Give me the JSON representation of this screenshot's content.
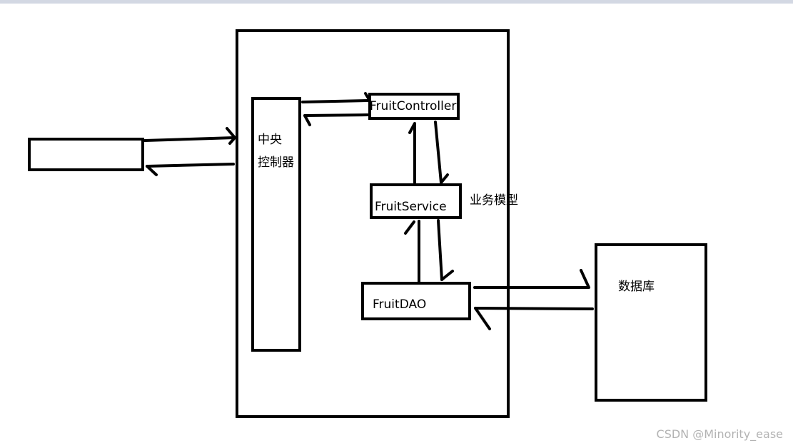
{
  "diagram": {
    "front_controller": {
      "line1": "中央",
      "line2": "控制器"
    },
    "controller": "FruitController",
    "service": "FruitService",
    "dao": "FruitDAO",
    "business_model": "业务模型",
    "database": "数据库"
  },
  "watermark": "CSDN @Minority_ease",
  "colors": {
    "stroke": "#000000",
    "watermark": "#b3b3b3",
    "topbar": "#d3d8e3"
  }
}
